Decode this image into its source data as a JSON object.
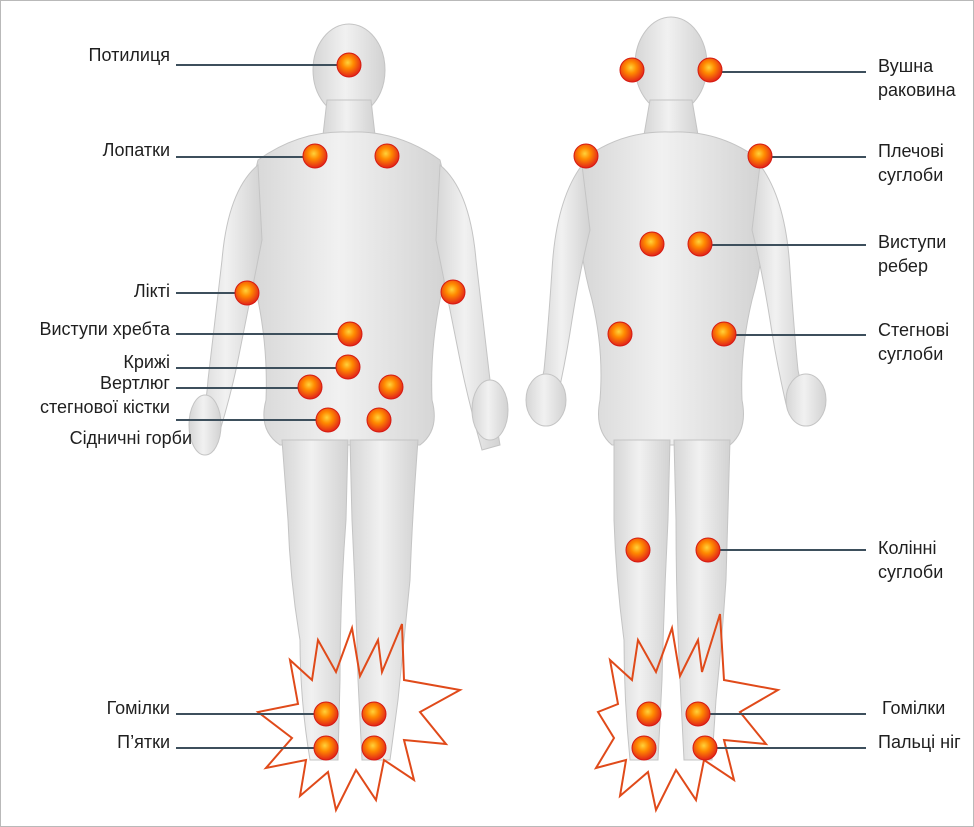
{
  "colors": {
    "body_fill": "#e9e9e9",
    "body_shade": "#cfcfcf",
    "leader_line": "#3d4f5c",
    "dot_outer": "#e2231a",
    "dot_inner": "#ff8a00",
    "dot_core": "#ffd23a",
    "star_stroke": "#e04a1a"
  },
  "labels": {
    "back": {
      "occiput": "Потилиця",
      "shoulder_blades": "Лопатки",
      "elbows": "Лікті",
      "spine": "Виступи хребта",
      "sacrum": "Крижі",
      "trochanter_1": "Вертлюг",
      "trochanter_2": "стегнової кістки",
      "ischial": "Сідничні горби",
      "shins": "Гомілки",
      "heels": "П’ятки"
    },
    "front": {
      "ear_1": "Вушна",
      "ear_2": "раковина",
      "shoulder_1": "Плечові",
      "shoulder_2": "суглоби",
      "ribs_1": "Виступи",
      "ribs_2": "ребер",
      "hip_1": "Стегнові",
      "hip_2": "суглоби",
      "knee_1": "Колінні",
      "knee_2": "суглоби",
      "shins": "Гомілки",
      "toes": "Пальці ніг"
    }
  }
}
